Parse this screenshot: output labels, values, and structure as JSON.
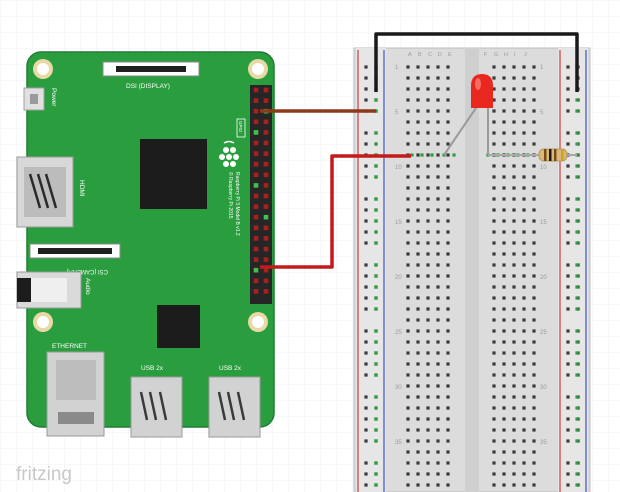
{
  "watermark": "fritzing",
  "pi": {
    "labels": {
      "dsi": "DSI (DISPLAY)",
      "power": "Power",
      "hdmi": "HDMI",
      "csi": "CSI (CAMERA)",
      "audio": "Audio",
      "ethernet": "ETHERNET",
      "usb1": "USB 2x",
      "usb2": "USB 2x",
      "gpio": "GPIO",
      "model_line1": "Raspberry Pi 3 Model B v1.2",
      "model_line2": "© Raspberry Pi 2015"
    },
    "board_color": "#2a9d3e"
  },
  "breadboard": {
    "col_letters_left": [
      "A",
      "B",
      "C",
      "D",
      "E"
    ],
    "col_letters_right": [
      "F",
      "G",
      "H",
      "I",
      "J"
    ],
    "row_numbers": [
      "1",
      "5",
      "10",
      "15",
      "20",
      "25",
      "30",
      "35"
    ]
  },
  "wires": {
    "black": "#1a1a1a",
    "brown": "#8b3a1a",
    "red": "#c41a1a"
  },
  "led_color": "#e8281e"
}
